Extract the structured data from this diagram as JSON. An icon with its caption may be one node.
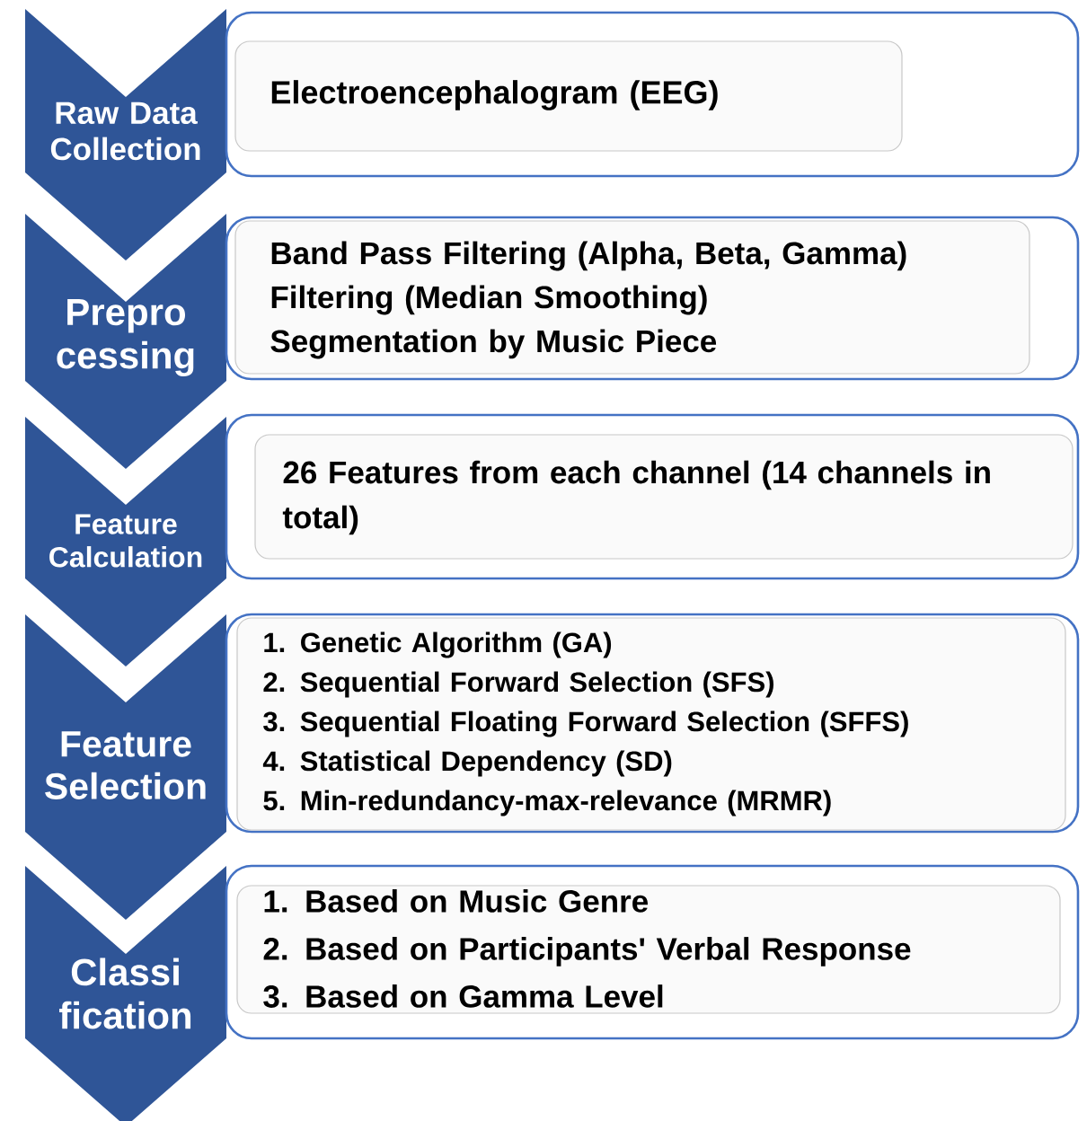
{
  "diagram": {
    "nodes": [
      {
        "text": [
          "Raw Data Collection"
        ]
      },
      {
        "text": [
          "Electroencephalogram (EEG)"
        ]
      },
      {
        "text": [
          "Prepro cessing"
        ]
      },
      {
        "text": [
          "Band Pass Filtering (Alpha, Beta, Gamma)",
          "Filtering (Median Smoothing)",
          "Segmentation by Music Piece"
        ]
      },
      {
        "text": [
          "Feature Calculation"
        ]
      },
      {
        "text": [
          "26 Features from each channel (14 channels in total)"
        ]
      },
      {
        "text": [
          "Feature Selection"
        ]
      },
      {
        "text": [
          "1. Genetic Algorithm (GA)",
          "2. Sequential Forward Selection (SFS)",
          "3. Sequential Floating Forward Selection (SFFS)",
          "4. Statistical Dependency (SD)",
          "5. Min-redundancy-max-relevance (MRMR)"
        ]
      },
      {
        "text": [
          "Classi fication"
        ]
      },
      {
        "text": [
          "1. Based on Music Genre",
          "2. Based on Participants' Verbal Response",
          "3. Based on Gamma Level"
        ]
      }
    ]
  }
}
